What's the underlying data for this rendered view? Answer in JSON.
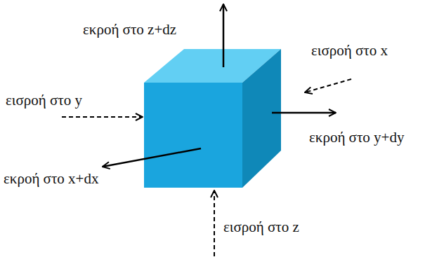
{
  "diagram": {
    "labels": [
      "εκροή στο z+dz",
      "εισροή στο x",
      "εισροή στο y",
      "εκροή στο y+dy",
      "εκροή στο x+dx",
      "εισροή στο z"
    ]
  }
}
